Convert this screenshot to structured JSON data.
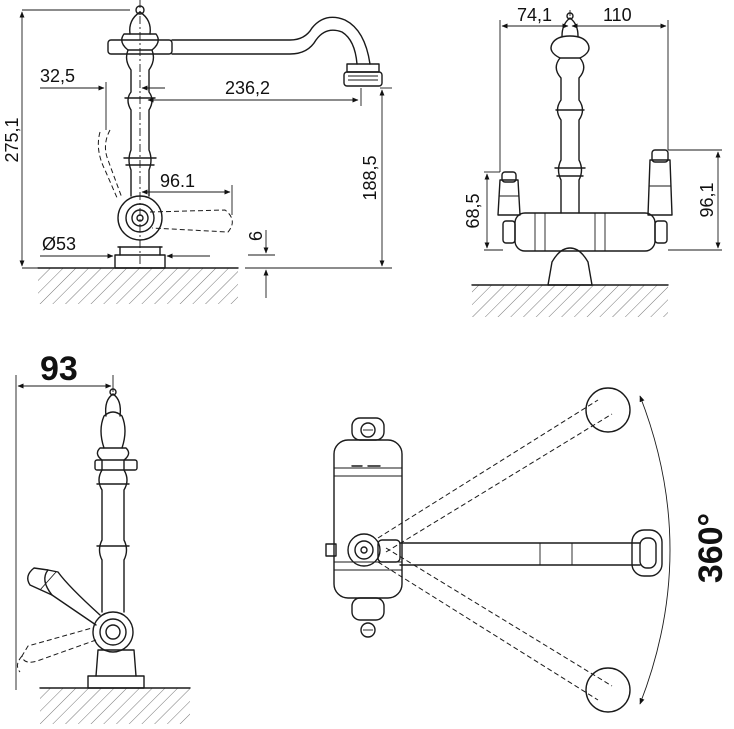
{
  "views": {
    "side": {
      "dims": {
        "total_height": "275,1",
        "top_offset": "32,5",
        "reach": "236,2",
        "spout_height": "188,5",
        "handle_reach": "96.1",
        "base_diameter": "Ø53",
        "base_thickness": "6"
      }
    },
    "front": {
      "dims": {
        "left_width": "74,1",
        "right_width": "110",
        "left_handle_height": "68,5",
        "right_handle_height": "96,1"
      }
    },
    "profile": {
      "dims": {
        "width": "93"
      }
    },
    "top": {
      "dims": {
        "rotation": "360°"
      }
    }
  }
}
